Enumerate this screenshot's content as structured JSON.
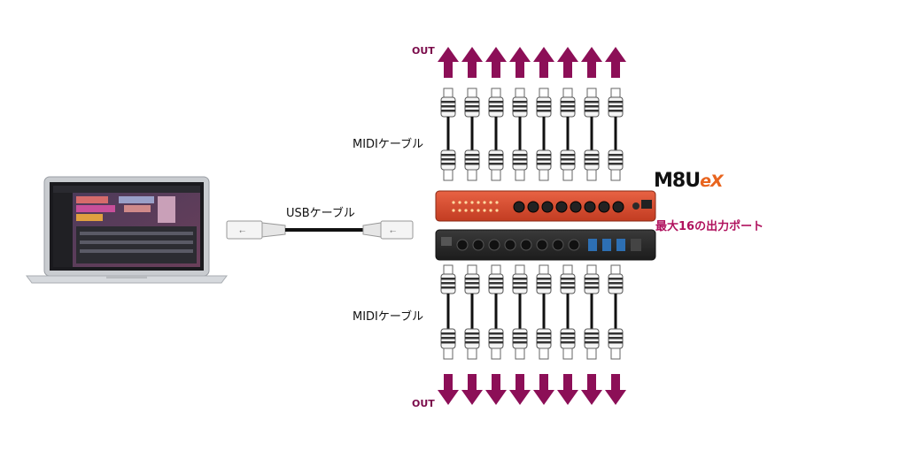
{
  "labels": {
    "out_top": "OUT",
    "out_bottom": "OUT",
    "midi_cable_top": "MIDIケーブル",
    "midi_cable_bottom": "MIDIケーブル",
    "usb_cable": "USBケーブル",
    "max_ports": "最大16の出力ポート"
  },
  "logo": {
    "main": "M8U",
    "suffix": "eX"
  },
  "colors": {
    "arrow": "#8c0f57",
    "device_front": "#d94a2b",
    "device_back": "#2b2b2b",
    "cable": "#111111",
    "accent_text": "#b0125e",
    "logo_suffix": "#e8641e"
  },
  "icons": {
    "laptop": "laptop-icon",
    "usb_a": "usb-a-plug-icon",
    "usb_b": "usb-b-plug-icon",
    "midi_plug": "midi-plug-icon",
    "arrow_up": "arrow-up-icon",
    "arrow_down": "arrow-down-icon"
  },
  "midi_port_count_per_side": 8
}
